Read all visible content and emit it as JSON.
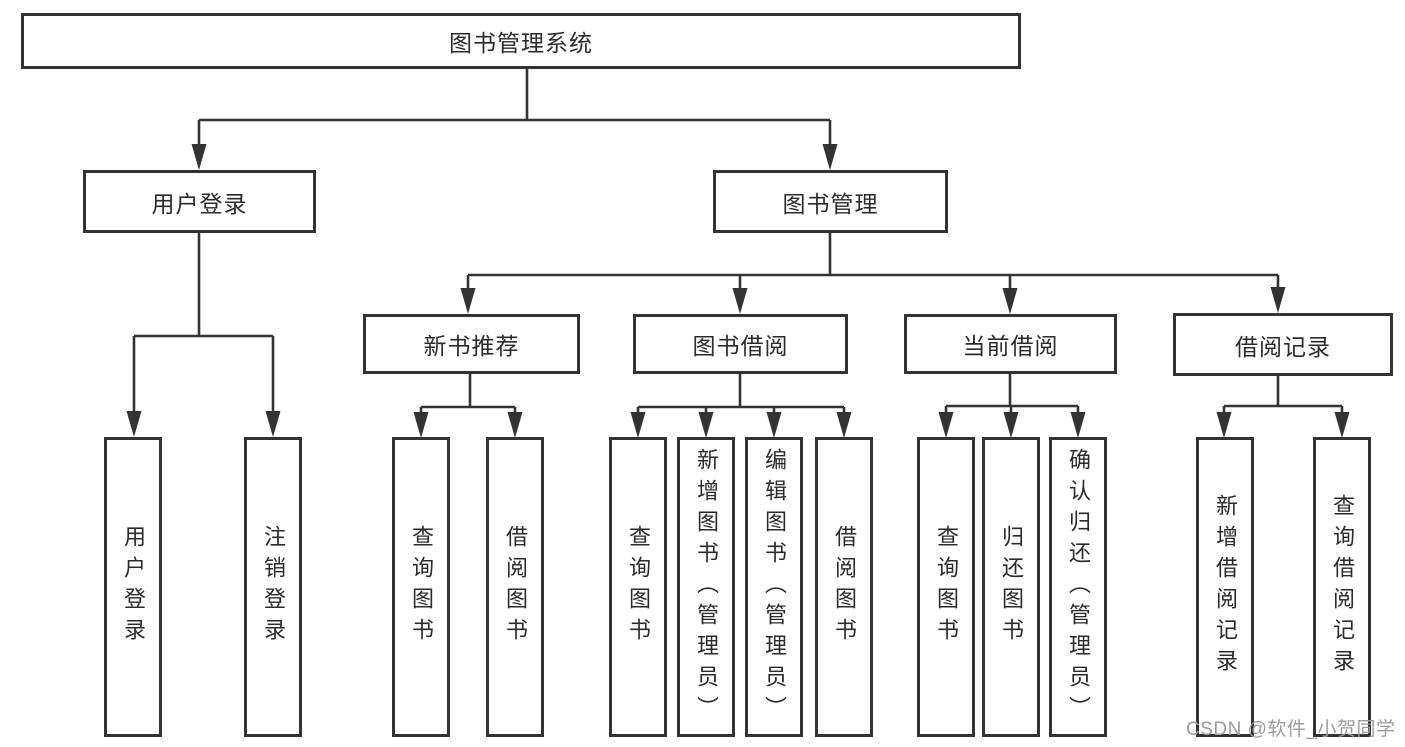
{
  "diagram": {
    "nodes": {
      "root": "图书管理系统",
      "branches": [
        "用户登录",
        "图书管理"
      ],
      "modules": [
        "新书推荐",
        "图书借阅",
        "当前借阅",
        "借阅记录"
      ],
      "leaves": [
        "用户登录",
        "注销登录",
        "查询图书",
        "借阅图书",
        "查询图书",
        "新增图书（管理员）",
        "编辑图书（管理员）",
        "借阅图书",
        "查询图书",
        "归还图书",
        "确认归还（管理员）",
        "新增借阅记录",
        "查询借阅记录"
      ]
    }
  },
  "watermark": "CSDN @软件_小贺同学",
  "colors": {
    "line": "#333333",
    "box_border": "#333333",
    "text": "#2b2b2b",
    "watermark": "#9c9c9c",
    "background": "#ffffff"
  }
}
